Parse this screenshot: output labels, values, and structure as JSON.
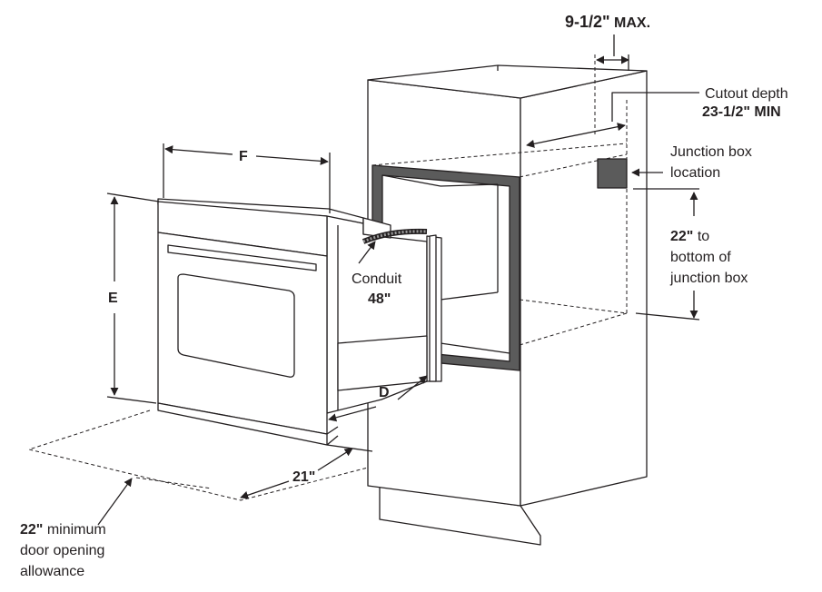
{
  "labels": {
    "top_width_value": "9-1/2\"",
    "top_width_suffix": "MAX.",
    "cutout_depth_line1": "Cutout depth",
    "cutout_depth_line2": "23-1/2\" MIN",
    "junction_box_line1": "Junction box",
    "junction_box_line2": "location",
    "to_bottom_value": "22\"",
    "to_bottom_suffix": "to",
    "to_bottom_line2": "bottom of",
    "to_bottom_line3": "junction box",
    "conduit_line1": "Conduit",
    "conduit_line2": "48\"",
    "dim_f": "F",
    "dim_e": "E",
    "dim_d": "D",
    "dim_21": "21\"",
    "door_value": "22\"",
    "door_suffix": "minimum",
    "door_line2": "door opening",
    "door_line3": "allowance"
  }
}
